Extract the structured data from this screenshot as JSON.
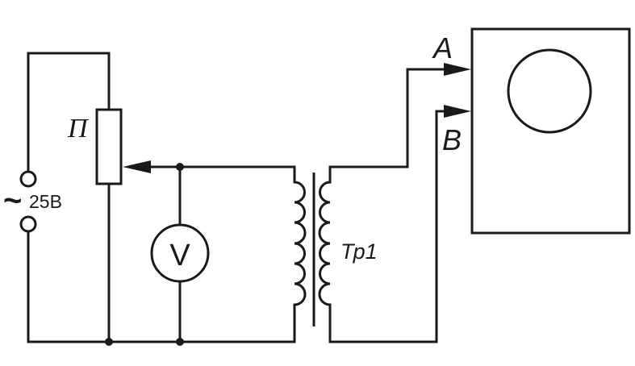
{
  "labels": {
    "potentiometer": "П",
    "source_tilde": "~",
    "source_voltage": "25В",
    "voltmeter": "V",
    "transformer": "Тр1",
    "input_a": "A",
    "input_b": "B"
  },
  "colors": {
    "line": "#1a1a1a",
    "background": "#ffffff"
  }
}
